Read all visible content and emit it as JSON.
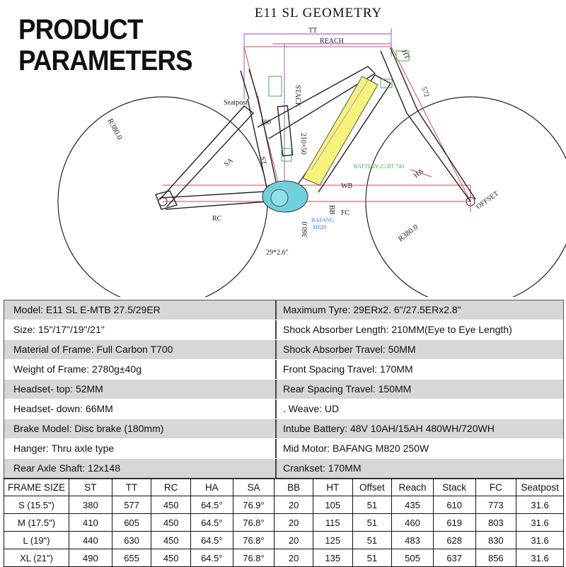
{
  "product_title": [
    "PRODUCT",
    "PARAMETERS"
  ],
  "geometry_title": "E11 SL GEOMETRY",
  "drawing_labels": {
    "tt": "TT",
    "reach": "REACH",
    "stack": "STACK",
    "ht": "HT",
    "seatpost": "Seatpost",
    "st": "ST",
    "sa": "SA",
    "rc": "RC",
    "wb": "WB",
    "bb": "BB",
    "fc": "FC",
    "ha": "HA",
    "offset": "OFFSET",
    "rear_wheel": "R380.0",
    "front_wheel": "R380.0",
    "dim_572": "572",
    "dim_180": "180",
    "dim_shock": "210×50",
    "dim_360": "360.0",
    "tyre": "29*2.6\"",
    "motor": [
      "BAFANG",
      "M820"
    ],
    "battery": "BATTERY:25 BT 740"
  },
  "specs": [
    [
      "Model: E11 SL E-MTB 27.5/29ER",
      "Maximum Tyre: 29ERx2. 6\"/27.5ERx2.8\""
    ],
    [
      "Size: 15\"/17\"/19\"/21\"",
      "Shock Absorber Length: 210MM(Eye to Eye Length)"
    ],
    [
      "Material of Frame: Full Carbon T700",
      "Shock Absorber Travel: 50MM"
    ],
    [
      "Weight of Frame: 2780g±40g",
      "Front Spacing Travel: 170MM"
    ],
    [
      "Headset- top: 52MM",
      "Rear Spacing Travel: 150MM"
    ],
    [
      "Headset- down: 66MM",
      ". Weave: UD"
    ],
    [
      "Brake Model: Disc brake (180mm)",
      "Intube Battery: 48V 10AH/15AH 480WH/720WH"
    ],
    [
      "Hanger: Thru axle type",
      "Mid Motor: BAFANG M820 250W"
    ],
    [
      "Rear Axle Shaft: 12x148",
      "Crankset: 170MM"
    ]
  ],
  "geometry_table": {
    "headers": [
      "FRAME SIZE",
      "ST",
      "TT",
      "RC",
      "HA",
      "SA",
      "BB",
      "HT",
      "Offset",
      "Reach",
      "Stack",
      "FC",
      "Seatpost"
    ],
    "rows": [
      [
        "S (15.5\")",
        "380",
        "577",
        "450",
        "64.5°",
        "76.9°",
        "20",
        "105",
        "51",
        "435",
        "610",
        "773",
        "31.6"
      ],
      [
        "M (17.5\")",
        "410",
        "605",
        "450",
        "64.5°",
        "76.8°",
        "20",
        "115",
        "51",
        "460",
        "619",
        "803",
        "31.6"
      ],
      [
        "L (19\")",
        "440",
        "630",
        "450",
        "64.5°",
        "76.8°",
        "20",
        "125",
        "51",
        "483",
        "628",
        "830",
        "31.6"
      ],
      [
        "XL (21\")",
        "490",
        "655",
        "450",
        "64.5°",
        "76.8°",
        "20",
        "135",
        "51",
        "505",
        "637",
        "856",
        "31.6"
      ]
    ]
  },
  "colors": {
    "battery": "#f4f47a",
    "motor": "#6fd0dc",
    "geometry_lines": "#d44a4a",
    "guide_lines": "#8a4ad0",
    "green_labels": "#3bb54a"
  }
}
